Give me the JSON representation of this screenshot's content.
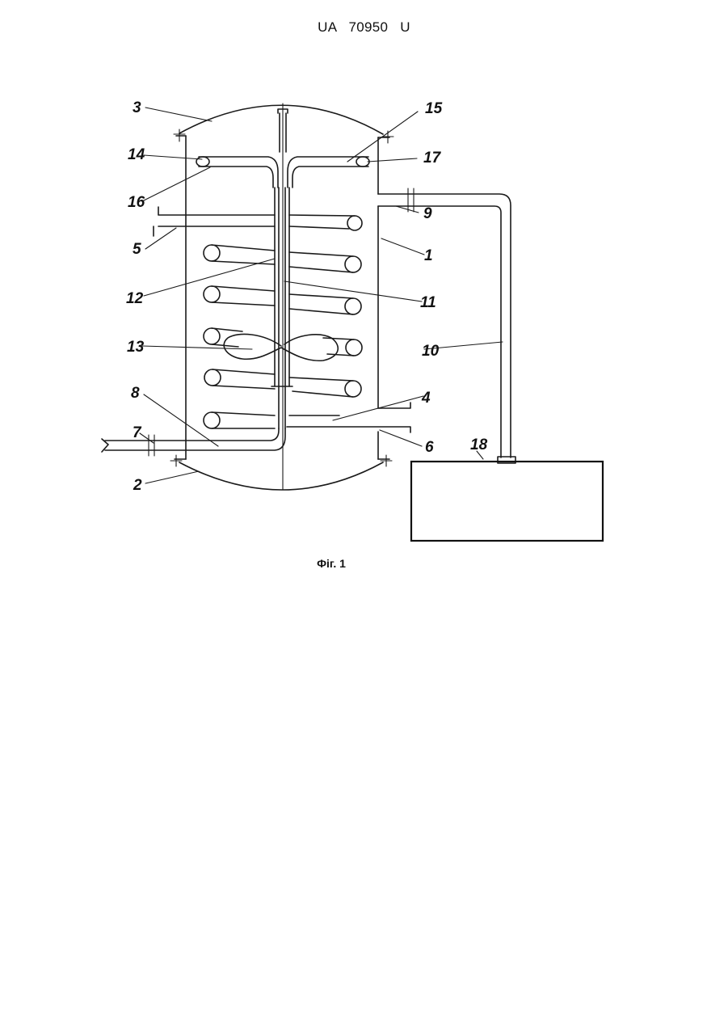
{
  "header": {
    "doc_number": "UA 70950 U"
  },
  "figure": {
    "caption": "Фіг. 1",
    "labels": {
      "l1": "1",
      "l2": "2",
      "l3": "3",
      "l4": "4",
      "l5": "5",
      "l6": "6",
      "l7": "7",
      "l8": "8",
      "l9": "9",
      "l10": "10",
      "l11": "11",
      "l12": "12",
      "l13": "13",
      "l14": "14",
      "l15": "15",
      "l16": "16",
      "l17": "17",
      "l18": "18"
    }
  }
}
